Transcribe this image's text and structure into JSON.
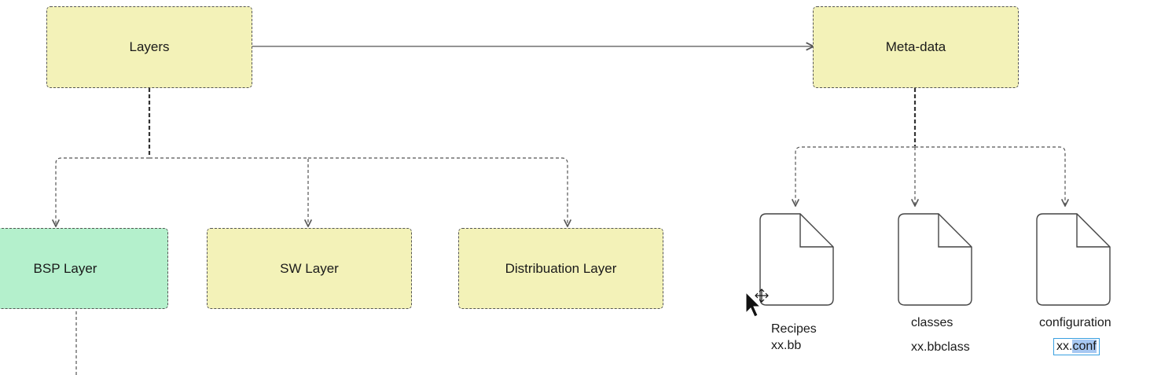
{
  "nodes": {
    "layers": "Layers",
    "metadata": "Meta-data",
    "bsp_layer": "BSP Layer",
    "sw_layer": "SW Layer",
    "distribution_layer": "Distribuation Layer"
  },
  "files": [
    {
      "name": "Recipes",
      "ext": "xx.bb"
    },
    {
      "name": "classes",
      "ext": "xx.bbclass"
    },
    {
      "name": "configuration",
      "ext_prefix": "xx.",
      "ext_selected": "conf"
    }
  ],
  "colors": {
    "layer_fill": "#f3f2b8",
    "bsp_fill": "#b4f0cc",
    "stroke": "#555555",
    "selection": "#a7c8f2",
    "edit_border": "#3aa0e0"
  },
  "icons": [
    "document-icon",
    "pointer-cursor-icon",
    "move-cursor-icon"
  ]
}
